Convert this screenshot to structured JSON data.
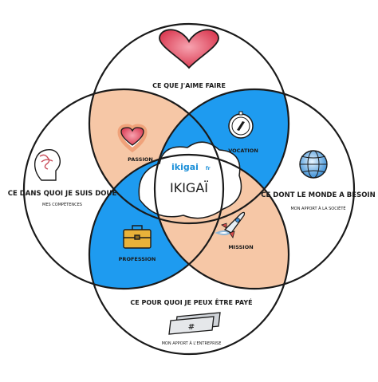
{
  "diagram": {
    "center": {
      "logo_text": "ikigai",
      "logo_suffix": "fr",
      "title": "IKIGAÏ"
    },
    "circles": {
      "love": {
        "label": "CE QUE J'AIME FAIRE",
        "icon": "heart-icon"
      },
      "good_at": {
        "label": "CE DANS QUOI JE SUIS DOUÉ",
        "sublabel": "MES COMPÉTENCES",
        "icon": "head-icon"
      },
      "world_needs": {
        "label": "CE DONT LE MONDE A BESOIN",
        "sublabel": "MON APPORT À LA SOCIÉTÉ",
        "icon": "globe-icon"
      },
      "paid_for": {
        "label": "CE POUR QUOI JE PEUX ÊTRE PAYÉ",
        "sublabel": "MON APPORT À L'ENTREPRISE",
        "icon": "money-icon"
      }
    },
    "intersections": {
      "passion": {
        "label": "PASSION",
        "icon": "heart-glow-icon"
      },
      "vocation": {
        "label": "VOCATION",
        "icon": "compass-icon"
      },
      "profession": {
        "label": "PROFESSION",
        "icon": "briefcase-icon"
      },
      "mission": {
        "label": "MISSION",
        "icon": "rocket-icon"
      }
    },
    "colors": {
      "blue": "#1e9bf0",
      "peach": "#f6c7a6",
      "line": "#1a1a1a",
      "logo": "#1b8fd8",
      "heart": "#e05063"
    }
  }
}
